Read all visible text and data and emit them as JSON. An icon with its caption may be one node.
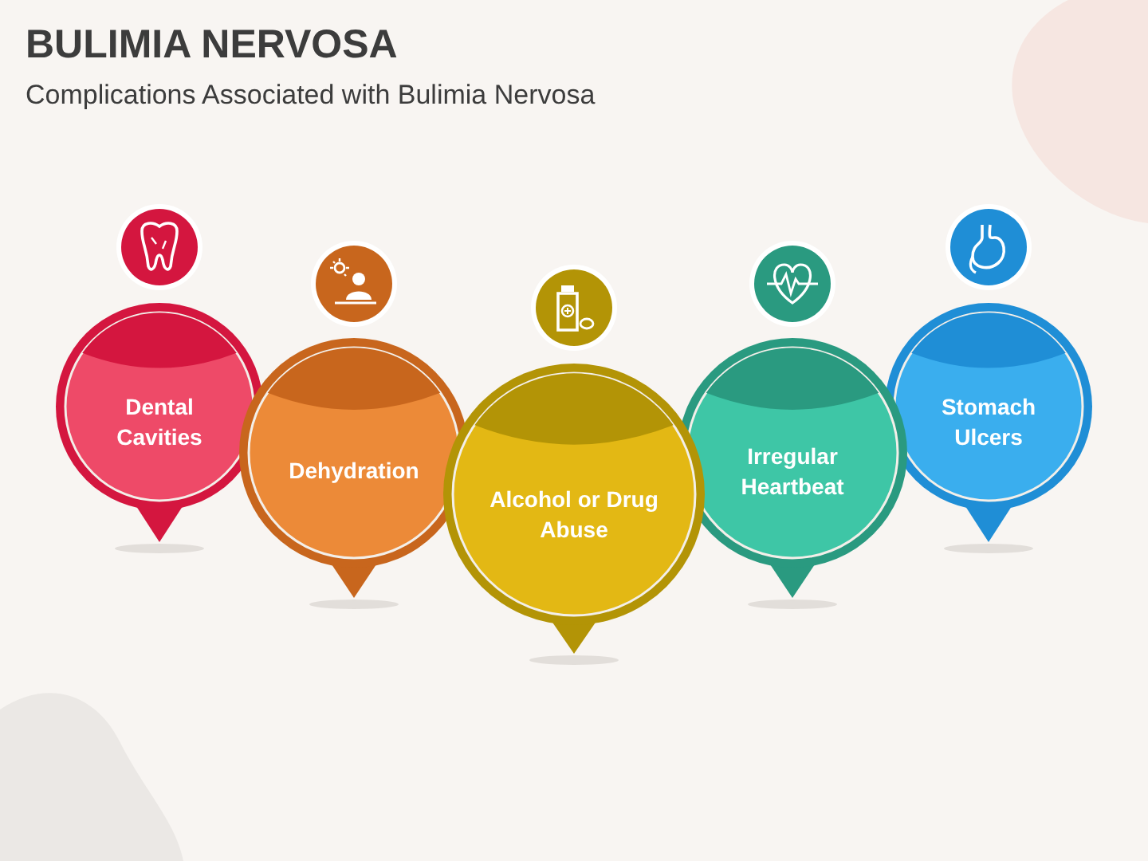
{
  "diagram": {
    "title": "BULIMIA NERVOSA",
    "nodes": [
      {
        "text": [
          "Dental Cavities"
        ]
      },
      {
        "text": [
          "Dehydration"
        ]
      },
      {
        "text": [
          "Alcohol or Drug Abuse"
        ]
      },
      {
        "text": [
          "Irregular Heartbeat"
        ]
      },
      {
        "text": [
          "Stomach Ulcers"
        ]
      }
    ],
    "edges": [],
    "labels": [
      "Complications Associated with Bulimia Nervosa"
    ]
  }
}
